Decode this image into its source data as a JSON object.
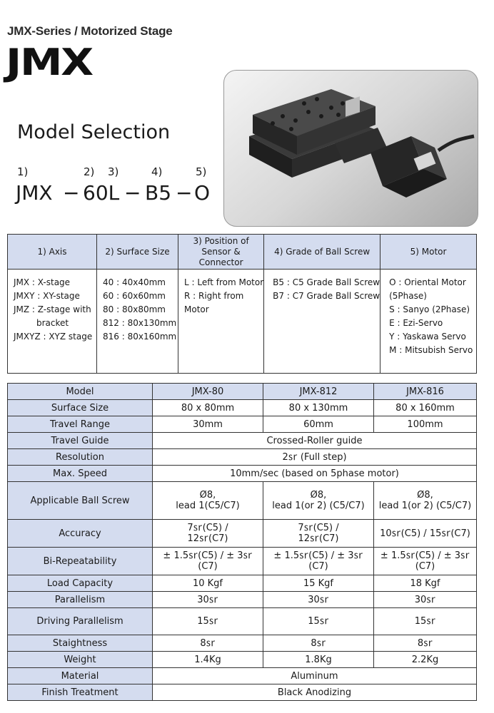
{
  "header": {
    "series": "JMX-Series / Motorized Stage",
    "brand": "JMX",
    "heading": "Model Selection"
  },
  "model_code": {
    "labels": [
      "1)",
      "2)",
      "3)",
      "4)",
      "5)"
    ],
    "parts": [
      "JMX",
      "−",
      "60L",
      "−",
      "B5",
      "−",
      "O"
    ]
  },
  "photo": {
    "subject": "motorized linear stage with stepper motor"
  },
  "selection": {
    "headers": [
      "1) Axis",
      "2) Surface Size",
      "3) Position of Sensor & Connector",
      "4) Grade of Ball Screw",
      "5) Motor"
    ],
    "axis": [
      "JMX : X-stage",
      "JMXY : XY-stage",
      "JMZ : Z-stage with",
      "bracket",
      "JMXYZ : XYZ stage"
    ],
    "size": [
      "40 : 40x40mm",
      "60 : 60x60mm",
      "80 : 80x80mm",
      "812 : 80x130mm",
      "816 : 80x160mm"
    ],
    "sensor": [
      "L : Left from Motor",
      "R : Right from",
      "Motor"
    ],
    "screw": [
      "B5 :  C5 Grade Ball Screw",
      "B7 :  C7 Grade Ball Screw"
    ],
    "motor": [
      "O : Oriental Motor",
      "(5Phase)",
      "S : Sanyo (2Phase)",
      "E : Ezi-Servo",
      "Y : Yaskawa Servo",
      "M : Mitsubish Servo"
    ]
  },
  "spec": {
    "header": [
      "Model",
      "JMX-80",
      "JMX-812",
      "JMX-816"
    ],
    "rows": {
      "surface": {
        "label": "Surface Size",
        "v": [
          "80  x 80mm",
          "80  x 130mm",
          "80  x 160mm"
        ]
      },
      "travel": {
        "label": "Travel Range",
        "v": [
          "30mm",
          "60mm",
          "100mm"
        ]
      },
      "guide": {
        "label": "Travel Guide",
        "span": "Crossed-Roller guide"
      },
      "resolution": {
        "label": "Resolution",
        "span": "2㏛ (Full step)"
      },
      "speed": {
        "label": "Max. Speed",
        "span": "10mm/sec (based on 5phase motor)"
      },
      "ballscrew": {
        "label": "Applicable Ball Screw",
        "l1": [
          "Ø8,",
          "Ø8,",
          "Ø8,"
        ],
        "l2": [
          "lead 1(C5/C7)",
          "lead 1(or 2) (C5/C7)",
          "lead 1(or 2) (C5/C7)"
        ]
      },
      "accuracy": {
        "label": "Accuracy",
        "l1": [
          "7㏛(C5)  /",
          "7㏛(C5)  /",
          "10㏛(C5)  / 15㏛(C7)"
        ],
        "l2": [
          "12㏛(C7)",
          "12㏛(C7)",
          ""
        ]
      },
      "repeat": {
        "label": "Bi-Repeatability",
        "l1": [
          "±  1.5㏛(C5) / ± 3㏛",
          "±  1.5㏛(C5) / ± 3㏛",
          "±  1.5㏛(C5) / ± 3㏛"
        ],
        "l2": [
          "(C7)",
          "(C7)",
          "(C7)"
        ]
      },
      "load": {
        "label": "Load Capacity",
        "v": [
          "10  Kgf",
          "15  Kgf",
          "18  Kgf"
        ]
      },
      "parallel": {
        "label": "Parallelism",
        "v": [
          "30㏛",
          "30㏛",
          "30㏛"
        ]
      },
      "dparallel": {
        "label": "Driving Parallelism",
        "v": [
          "15㏛",
          "15㏛",
          "15㏛"
        ]
      },
      "straight": {
        "label": "Staightness",
        "v": [
          "8㏛",
          "8㏛",
          "8㏛"
        ]
      },
      "weight": {
        "label": "Weight",
        "v": [
          "1.4Kg",
          "1.8Kg",
          "2.2Kg"
        ]
      },
      "material": {
        "label": "Material",
        "span": "Aluminum"
      },
      "finish": {
        "label": "Finish Treatment",
        "span": "Black Anodizing"
      }
    }
  }
}
